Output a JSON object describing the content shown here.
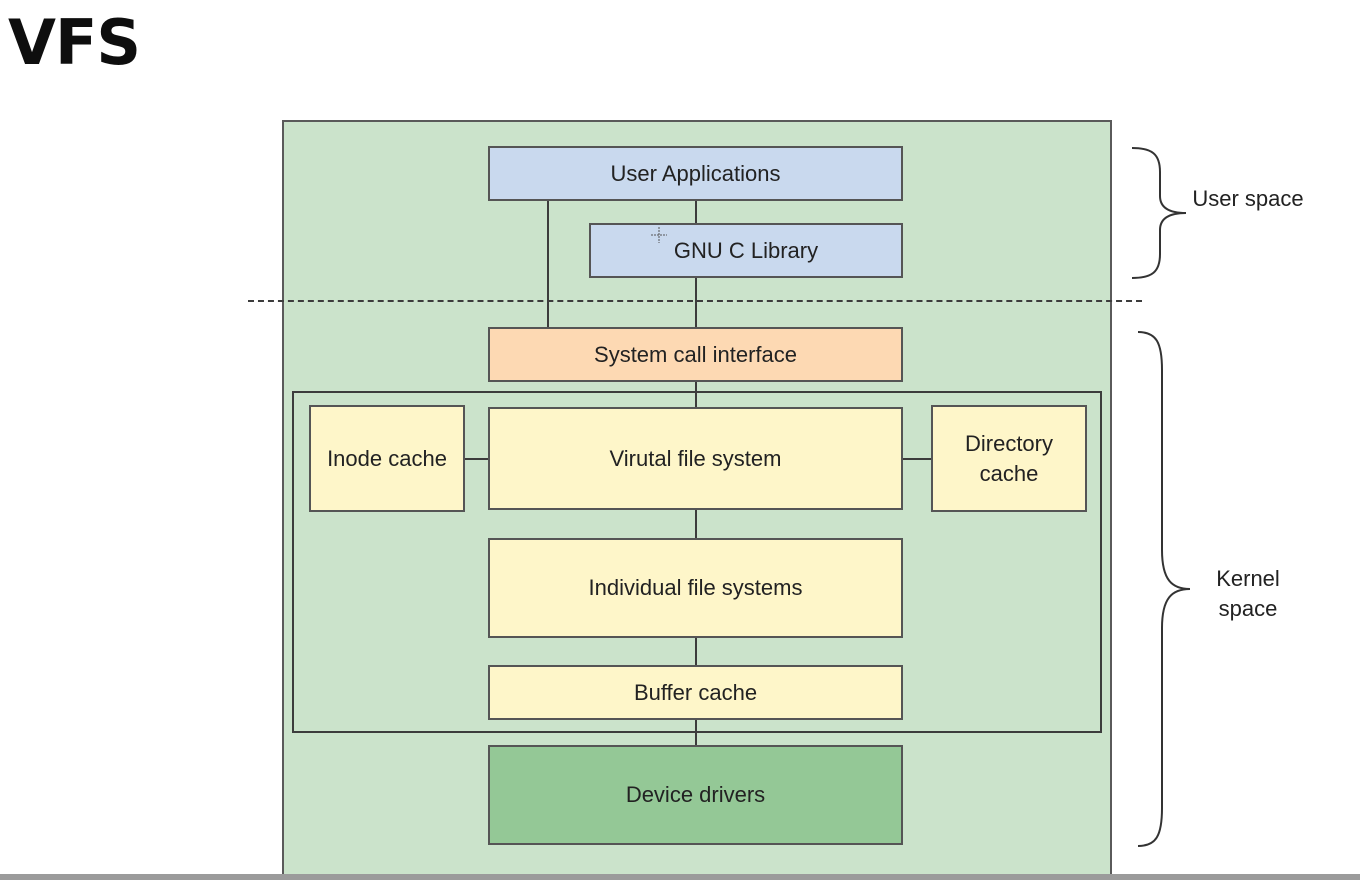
{
  "title": "VFS",
  "boxes": {
    "user_applications": "User Applications",
    "gnu_c_library": "GNU C Library",
    "system_call_interface": "System call interface",
    "inode_cache": "Inode cache",
    "virtual_file_system": "Virutal file system",
    "directory_cache": "Directory cache",
    "individual_file_systems": "Individual file systems",
    "buffer_cache": "Buffer cache",
    "device_drivers": "Device drivers"
  },
  "side_labels": {
    "user_space": "User space",
    "kernel_space": "Kernel space"
  },
  "colors": {
    "background_panel": "#cbe3cb",
    "user_space_box": "#c9d9ee",
    "syscall_box": "#fdd9b3",
    "kernel_box": "#fef6c9",
    "driver_box": "#94c896"
  }
}
